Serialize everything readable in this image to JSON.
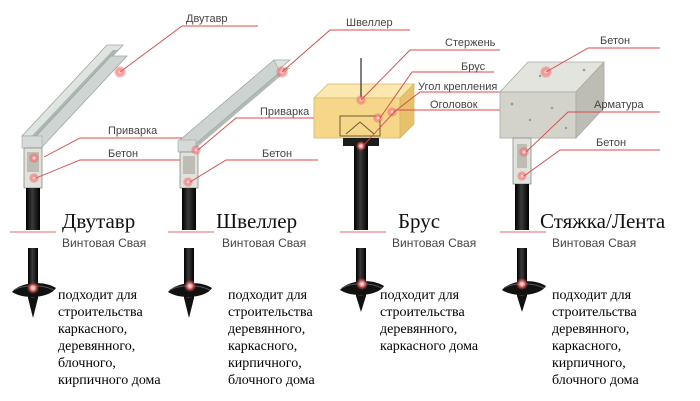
{
  "colors": {
    "accent": "#e05050",
    "pile": "#1a1a1a",
    "steel": "#c9cfcc",
    "wood": "#f6d78a",
    "concrete": "#cfcfc8"
  },
  "columns": [
    {
      "title": "Двутавр",
      "pile_label": "Винтовая Свая",
      "description": [
        "подходит для",
        "строительства",
        "каркасного,",
        "деревянного,",
        "блочного,",
        "кирпичного дома"
      ],
      "callouts": [
        "Двутавр",
        "Приварка",
        "Бетон"
      ]
    },
    {
      "title": "Швеллер",
      "pile_label": "Винтовая Свая",
      "description": [
        "подходит для",
        "строительства",
        "деревянного,",
        "каркасного,",
        "кирпичного,",
        "блочного дома"
      ],
      "callouts": [
        "Швеллер",
        "Приварка",
        "Бетон"
      ]
    },
    {
      "title": "Брус",
      "pile_label": "Винтовая Свая",
      "description": [
        "подходит для",
        "строительства",
        "деревянного,",
        "каркасного дома"
      ],
      "callouts": [
        "Стержень",
        "Брус",
        "Угол крепления",
        "Оголовок"
      ]
    },
    {
      "title": "Стяжка/Лента",
      "pile_label": "Винтовая Свая",
      "description": [
        "подходит для",
        "строительства",
        "деревянного,",
        "каркасного,",
        "кирпичного,",
        "блочного дома"
      ],
      "callouts": [
        "Бетон",
        "Арматура",
        "Бетон"
      ]
    }
  ]
}
